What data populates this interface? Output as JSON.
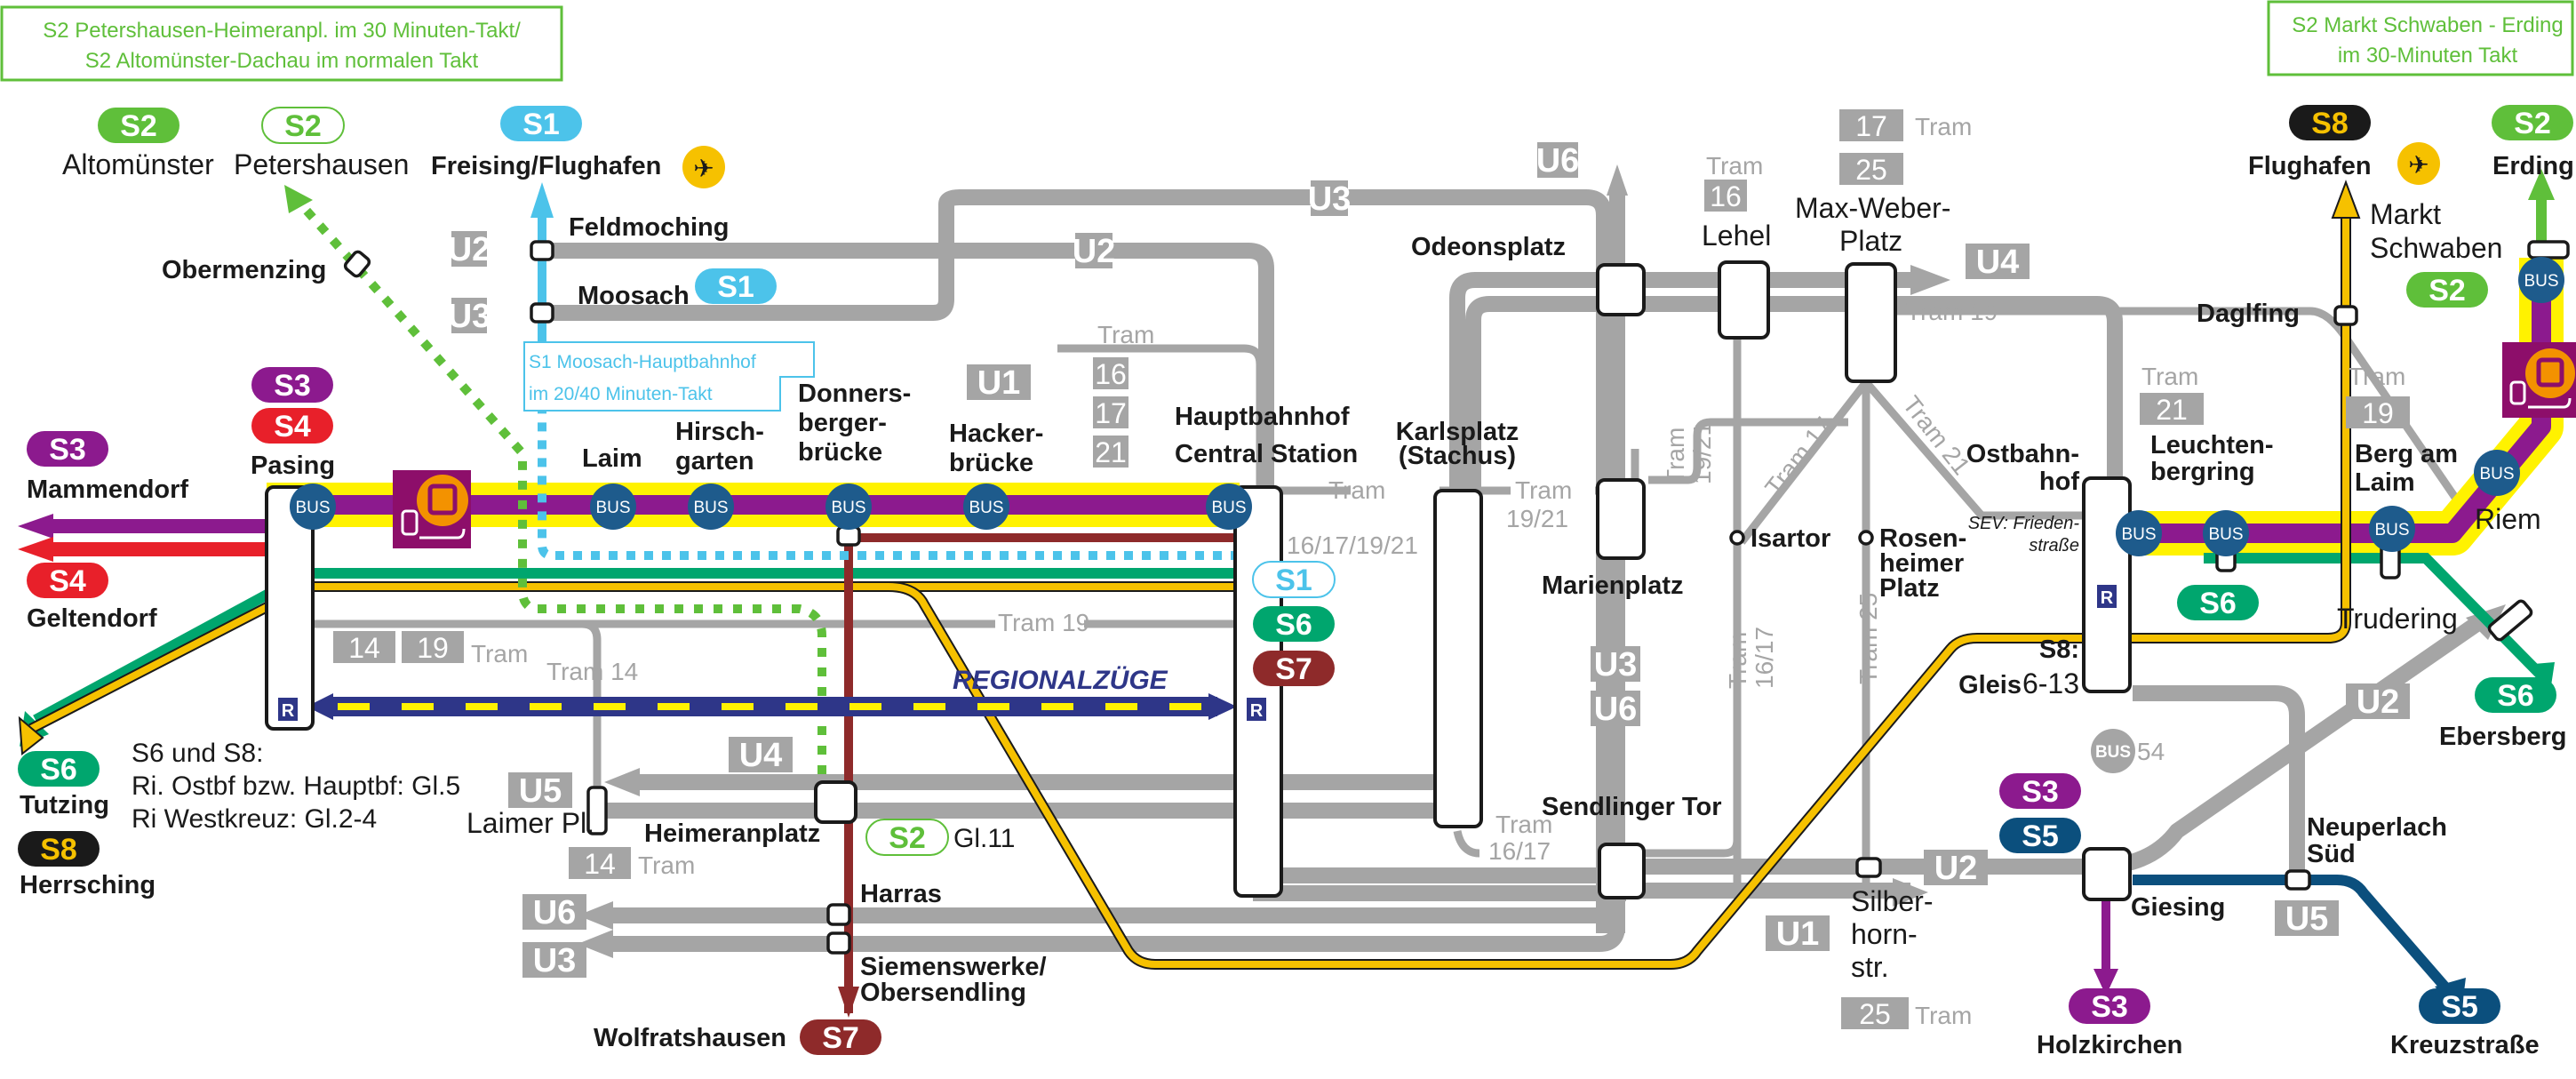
{
  "colors": {
    "S1": "#4cc3ea",
    "S2": "#5fbf3a",
    "S3": "#8c1a8e",
    "S4": "#e8202a",
    "S5": "#0b4f7d",
    "S6": "#00a66e",
    "S7": "#8e2a2a",
    "S8": "#f6c100",
    "S8_badge_bg": "#1a1a1a",
    "ubahn": "#a5a5a5",
    "bus": "#1e5b8c",
    "regional": "#2e3688",
    "regional_dash": "#fff200",
    "sev_bg": "#8d0e6a",
    "sev_circle": "#f39200",
    "note": "#5fbf3a",
    "main_band": "#fff200"
  },
  "notes": {
    "left": [
      "S2 Petershausen-Heimeranpl. im 30 Minuten-Takt/",
      "S2 Altomünster-Dachau im normalen Takt"
    ],
    "right": [
      "S2 Markt Schwaben - Erding",
      "im 30-Minuten Takt"
    ],
    "s1": [
      "S1 Moosach-Hauptbahnhof",
      "im 20/40 Minuten-Takt"
    ]
  },
  "badges": {
    "s2_altomuenster": "S2",
    "s2_petershausen": "S2",
    "s1_freising": "S1",
    "s1_moosach": "S1",
    "s3_pasing": "S3",
    "s4_pasing": "S4",
    "s3_mammendorf": "S3",
    "s4_geltendorf": "S4",
    "s6_tutzing": "S6",
    "s8_herrsching": "S8",
    "s7_wolfratshausen": "S7",
    "s2_heimeran": "S2",
    "s1_hbf": "S1",
    "s6_hbf": "S6",
    "s7_hbf": "S7",
    "s8_flughafen": "S8",
    "s2_erding": "S2",
    "s2_markt": "S2",
    "s6_leuchten": "S6",
    "s6_ebersberg": "S6",
    "s3_giesing": "S3",
    "s5_giesing": "S5",
    "s3_holzkirchen": "S3",
    "s5_kreuzstrasse": "S5"
  },
  "stations": {
    "altomuenster": "Altomünster",
    "petershausen": "Petershausen",
    "freising": "Freising/Flughafen",
    "feldmoching": "Feldmoching",
    "moosach": "Moosach",
    "obermenzing": "Obermenzing",
    "pasing": "Pasing",
    "mammendorf": "Mammendorf",
    "geltendorf": "Geltendorf",
    "tutzing": "Tutzing",
    "herrsching": "Herrsching",
    "laim": "Laim",
    "hirschgarten": [
      "Hirsch-",
      "garten"
    ],
    "donnersberger": [
      "Donners-",
      "berger-",
      "brücke"
    ],
    "hacker": [
      "Hacker-",
      "brücke"
    ],
    "hbf": [
      "Hauptbahnhof",
      "Central Station"
    ],
    "karlsplatz": [
      "Karlsplatz",
      "(Stachus)"
    ],
    "marienplatz": "Marienplatz",
    "odeonsplatz": "Odeonsplatz",
    "lehel": "Lehel",
    "maxweber": [
      "Max-Weber-",
      "Platz"
    ],
    "isartor": "Isartor",
    "rosenheimer": [
      "Rosen-",
      "heimer",
      "Platz"
    ],
    "sendlinger": "Sendlinger Tor",
    "heimeranplatz": "Heimeranplatz",
    "laimerpl": "Laimer Pl.",
    "harras": "Harras",
    "siemenswerke": [
      "Siemenswerke/",
      "Obersendling"
    ],
    "wolfratshausen": "Wolfratshausen",
    "silberhorn": [
      "Silber-",
      "horn-",
      "str."
    ],
    "ostbahnhof": [
      "Ostbahn-",
      "hof"
    ],
    "sev": [
      "SEV: Frieden-",
      "straße"
    ],
    "s8gleis": [
      "S8:",
      "Gleis",
      "6-13"
    ],
    "leuchtenbergring": [
      "Leuchten-",
      "bergring"
    ],
    "bergamlaim": [
      "Berg am",
      "Laim"
    ],
    "riem": "Riem",
    "daglfing": "Daglfing",
    "flughafen": "Flughafen",
    "erding": "Erding",
    "marktschwaben": [
      "Markt",
      "Schwaben"
    ],
    "trudering": "Trudering",
    "ebersberg": "Ebersberg",
    "giesing": "Giesing",
    "neuperlach": [
      "Neuperlach",
      "Süd"
    ],
    "holzkirchen": "Holzkirchen",
    "kreuzstrasse": "Kreuzstraße"
  },
  "ubahn": {
    "u2_feld": "U2",
    "u3_moosach": "U3",
    "u3_top": "U3",
    "u2_mid": "U2",
    "u6_top": "U6",
    "u4_east": "U4",
    "u1_hbf": "U1",
    "u3_mp": "U3",
    "u6_mp": "U6",
    "u4_west": "U4",
    "u5_west": "U5",
    "u6_west": "U6",
    "u3_west": "U3",
    "u2_giesing": "U2",
    "u1_east": "U1",
    "u5_east": "U5",
    "u2_east": "U2"
  },
  "tram": {
    "word": "Tram",
    "hbf_boxes": [
      "16",
      "17",
      "21"
    ],
    "pasing_boxes": [
      "14",
      "19"
    ],
    "laimer_box": "14",
    "lehel_box": "16",
    "maxweber_boxes": [
      "17",
      "25"
    ],
    "leuchten_box": "21",
    "bergamlaim_box": "19",
    "silber_box": "25",
    "hbf_multi": "16/17/19/21",
    "k_1921": "19/21",
    "sendl_1617": "16/17",
    "tram19": "Tram 19",
    "tram14": "Tram 14",
    "tram17": "Tram 17",
    "tram21": "Tram 21",
    "tram25": "Tram 25",
    "tram1617": "16/17",
    "tram1921": "19/21"
  },
  "legend": {
    "title": "S6 und S8:",
    "line1": "Ri. Ostbf bzw. Hauptbf: Gl.5",
    "line2": "Ri Westkreuz: Gl.2-4"
  },
  "regional": {
    "label": "REGIONALZÜGE",
    "r": "R"
  },
  "misc": {
    "gl11": "Gl.11",
    "bus": "BUS",
    "bus54_label": "BUS",
    "bus54_num": "54"
  }
}
